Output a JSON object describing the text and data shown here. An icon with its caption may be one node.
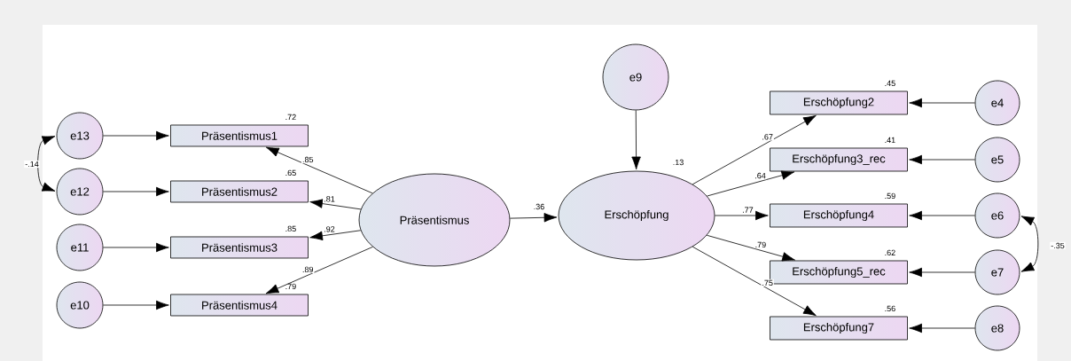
{
  "diagram": {
    "nodes": [
      {
        "text": [
          "e13"
        ]
      },
      {
        "text": [
          "Präsentismus1"
        ],
        "beside": [
          ".72"
        ]
      },
      {
        "text": [
          "e12"
        ]
      },
      {
        "text": [
          "Präsentismus2"
        ],
        "beside": [
          ".65"
        ]
      },
      {
        "text": [
          "e11"
        ]
      },
      {
        "text": [
          "Präsentismus3"
        ],
        "beside": [
          ".85"
        ]
      },
      {
        "text": [
          "e10"
        ]
      },
      {
        "text": [
          "Präsentismus4"
        ],
        "beside": [
          ".79"
        ]
      },
      {
        "text": [
          "Präsentismus"
        ]
      },
      {
        "text": [
          "e9"
        ]
      },
      {
        "text": [
          "Erschöpfung"
        ],
        "beside": [
          ".13"
        ]
      },
      {
        "text": [
          "Erschöpfung2"
        ],
        "beside": [
          ".45"
        ]
      },
      {
        "text": [
          "e4"
        ]
      },
      {
        "text": [
          "Erschöpfung3_rec"
        ],
        "beside": [
          ".41"
        ]
      },
      {
        "text": [
          "e5"
        ]
      },
      {
        "text": [
          "Erschöpfung4"
        ],
        "beside": [
          ".59"
        ]
      },
      {
        "text": [
          "e6"
        ]
      },
      {
        "text": [
          "Erschöpfung5_rec"
        ],
        "beside": [
          ".62"
        ]
      },
      {
        "text": [
          "e7"
        ]
      },
      {
        "text": [
          "Erschöpfung7"
        ],
        "beside": [
          ".56"
        ]
      },
      {
        "text": [
          "e8"
        ]
      }
    ],
    "edges": [
      {
        "from": 0,
        "to": 1,
        "arrow": "to"
      },
      {
        "from": 2,
        "to": 3,
        "arrow": "to"
      },
      {
        "from": 4,
        "to": 5,
        "arrow": "to"
      },
      {
        "from": 6,
        "to": 7,
        "arrow": "to"
      },
      {
        "from": 0,
        "to": 2,
        "arrow": "both",
        "label": "-.14"
      },
      {
        "from": 8,
        "to": 1,
        "arrow": "to",
        "label": ".85"
      },
      {
        "from": 8,
        "to": 3,
        "arrow": "to",
        "label": ".81"
      },
      {
        "from": 8,
        "to": 5,
        "arrow": "to",
        "label": ".92"
      },
      {
        "from": 8,
        "to": 7,
        "arrow": "to",
        "label": ".89"
      },
      {
        "from": 8,
        "to": 10,
        "arrow": "to",
        "label": ".36"
      },
      {
        "from": 9,
        "to": 10,
        "arrow": "to"
      },
      {
        "from": 10,
        "to": 11,
        "arrow": "to",
        "label": ".67"
      },
      {
        "from": 10,
        "to": 13,
        "arrow": "to",
        "label": ".64"
      },
      {
        "from": 10,
        "to": 15,
        "arrow": "to",
        "label": ".77"
      },
      {
        "from": 10,
        "to": 17,
        "arrow": "to",
        "label": ".79"
      },
      {
        "from": 10,
        "to": 19,
        "arrow": "to",
        "label": ".75"
      },
      {
        "from": 12,
        "to": 11,
        "arrow": "to"
      },
      {
        "from": 14,
        "to": 13,
        "arrow": "to"
      },
      {
        "from": 16,
        "to": 15,
        "arrow": "to"
      },
      {
        "from": 18,
        "to": 17,
        "arrow": "to"
      },
      {
        "from": 20,
        "to": 19,
        "arrow": "to"
      },
      {
        "from": 16,
        "to": 18,
        "arrow": "both",
        "label": "-.35"
      }
    ]
  }
}
